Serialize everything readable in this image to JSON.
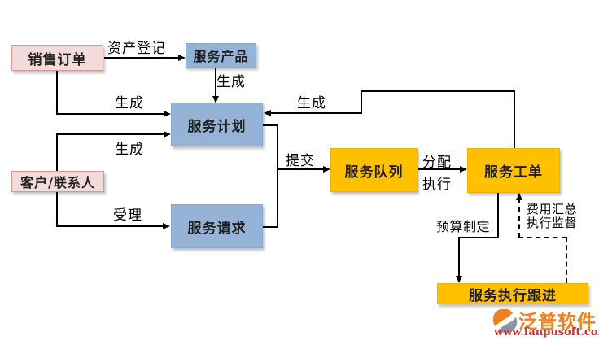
{
  "nodes": {
    "sales_order": {
      "label": "销售订单"
    },
    "customer_contact": {
      "label": "客户/联系人"
    },
    "service_product": {
      "label": "服务产品"
    },
    "service_plan": {
      "label": "服务计划"
    },
    "service_request": {
      "label": "服务请求"
    },
    "service_queue": {
      "label": "服务队列"
    },
    "service_work_order": {
      "label": "服务工单"
    },
    "service_follow_up": {
      "label": "服务执行跟进"
    }
  },
  "edges": {
    "asset_registration": "资产登记",
    "generate_product_to_plan": "生成",
    "generate_order_to_plan": "生成",
    "generate_contact_to_plan": "生成",
    "generate_work_order_to_plan": "生成",
    "submit": "提交",
    "assign": "分配",
    "execute": "执行",
    "accept": "受理",
    "budgeting": "预算制定",
    "cost_summary": "费用汇总",
    "execution_supervision": "执行监督"
  },
  "branding": {
    "logo_text": "泛普软件",
    "website": "www.fanpusoft.com"
  },
  "colors": {
    "pink_fill": "#f2dcdb",
    "pink_border": "#d99694",
    "blue_fill": "#95b3d7",
    "blue_border": "#8aa8d0",
    "yellow_fill": "#ffc000",
    "yellow_border": "#f0b400",
    "line": "#000000",
    "logo_orange": "#ef8122",
    "url_red": "#cc3333"
  }
}
